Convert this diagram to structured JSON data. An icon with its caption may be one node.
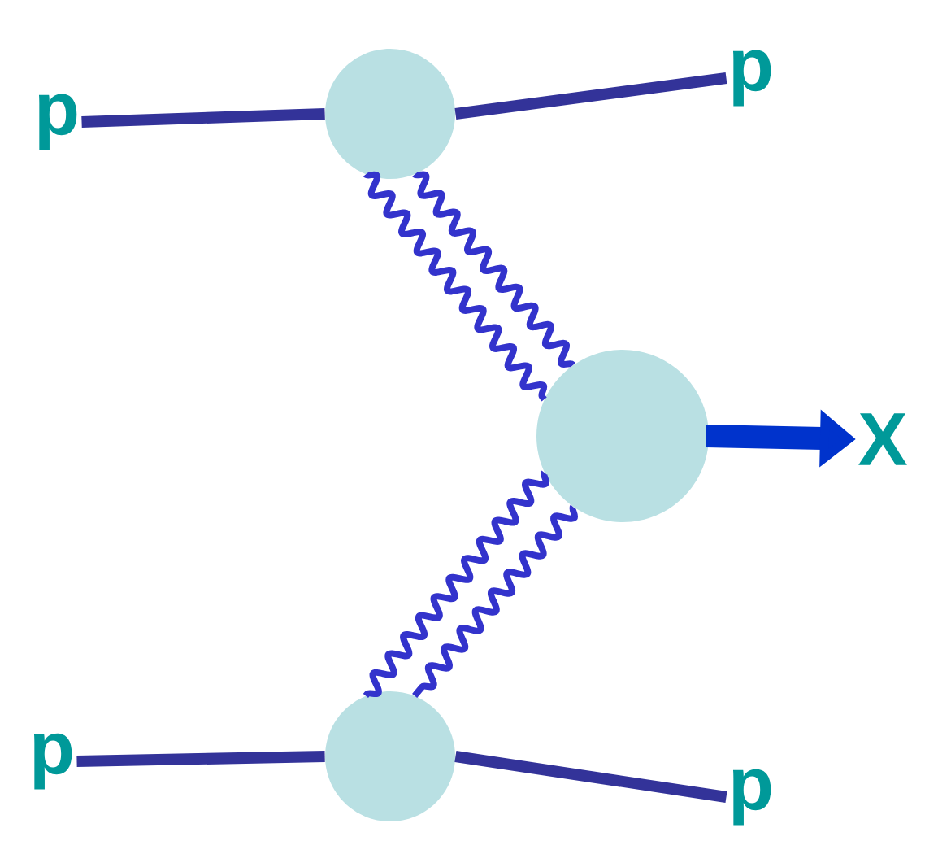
{
  "diagram": {
    "nodes": [
      {
        "text": [
          "p"
        ]
      },
      {
        "text": [],
        "shape": "circle"
      },
      {
        "text": [
          "p"
        ]
      },
      {
        "text": [],
        "shape": "circle"
      },
      {
        "text": [
          "X"
        ]
      },
      {
        "text": [
          "p"
        ]
      },
      {
        "text": [],
        "shape": "circle"
      },
      {
        "text": [
          "p"
        ]
      }
    ],
    "edges": [
      {
        "from": 0,
        "to": 1,
        "arrow": "none"
      },
      {
        "from": 1,
        "to": 2,
        "arrow": "none"
      },
      {
        "from": 1,
        "to": 3,
        "arrow": "none",
        "color": "#3333cc"
      },
      {
        "from": 1,
        "to": 3,
        "arrow": "none",
        "color": "#3333cc"
      },
      {
        "from": 3,
        "to": 4,
        "arrow": "to",
        "style": "thick",
        "color": "#0033cc"
      },
      {
        "from": 5,
        "to": 6,
        "arrow": "none"
      },
      {
        "from": 6,
        "to": 7,
        "arrow": "none"
      },
      {
        "from": 3,
        "to": 6,
        "arrow": "none",
        "color": "#3333cc"
      },
      {
        "from": 3,
        "to": 6,
        "arrow": "none",
        "color": "#3333cc"
      }
    ]
  }
}
